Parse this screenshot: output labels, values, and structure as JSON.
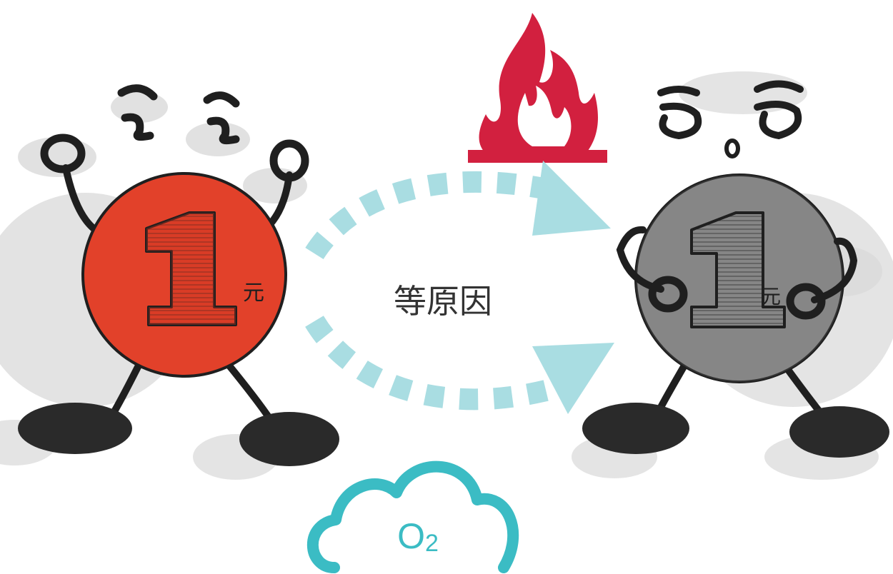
{
  "center_label": "等原因",
  "cloud_label": "O2",
  "left_coin": {
    "value": "1",
    "unit": "元"
  },
  "right_coin": {
    "value": "1",
    "unit": "元"
  },
  "colors": {
    "shiny_coin": "#e2412a",
    "tarnished_coin": "#8e8e8e",
    "flame": "#d2203f",
    "arrow": "#a9dde2",
    "cloud": "#3bbcc4",
    "ink": "#1f1f1f",
    "shadow": "#d6d6d6"
  },
  "icons": {
    "flame": "fire-icon",
    "cloud": "oxygen-cloud-icon"
  }
}
